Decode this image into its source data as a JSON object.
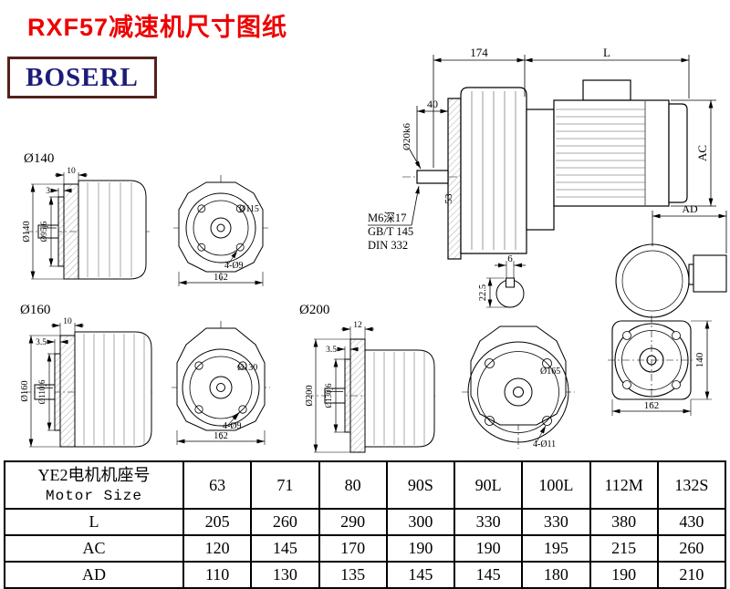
{
  "page": {
    "title": "RXF57减速机尺寸图纸",
    "brand": "BOSERL"
  },
  "section_labels": {
    "f140": "Ø140",
    "f160": "Ø160",
    "f200": "Ø200"
  },
  "main_view": {
    "dim_gearcase_length": "174",
    "dim_motor_length": "L",
    "dim_shaft_length": "40",
    "shaft_diameter": "Ø20k6",
    "dim_hub": "53",
    "tap_note_line1": "M6深17",
    "tap_note_line2": "GB/T 145",
    "tap_note_line3": "DIN 332",
    "dim_motor_height": "AC",
    "key_width": "6",
    "key_depth": "22.5"
  },
  "rear_view": {
    "dim_ad": "AD",
    "dim_height": "140",
    "dim_width": "162"
  },
  "flange140": {
    "dim_hub": "10",
    "dim_spigot": "3",
    "dim_flange_dia": "Ø140",
    "dim_spigot_dia": "Ø95j6",
    "dim_bolt_circle": "Ø115",
    "dim_holes": "4-Ø9",
    "dim_width": "162"
  },
  "flange160": {
    "dim_hub": "10",
    "dim_spigot": "3.5",
    "dim_flange_dia": "Ø160",
    "dim_spigot_dia": "Ø110j6",
    "dim_bolt_circle": "Ø130",
    "dim_holes": "4-Ø9",
    "dim_width": "162"
  },
  "flange200": {
    "dim_hub": "12",
    "dim_spigot": "3.5",
    "dim_flange_dia": "Ø200",
    "dim_spigot_dia": "Ø130j6",
    "dim_bolt_circle": "Ø165",
    "dim_holes": "4-Ø11"
  },
  "table": {
    "header_cn": "YE2电机机座号",
    "header_en": "Motor Size",
    "motor_sizes": [
      "63",
      "71",
      "80",
      "90S",
      "90L",
      "100L",
      "112M",
      "132S"
    ],
    "rows": [
      {
        "label": "L",
        "values": [
          "205",
          "260",
          "290",
          "300",
          "330",
          "330",
          "380",
          "430"
        ]
      },
      {
        "label": "AC",
        "values": [
          "120",
          "145",
          "170",
          "190",
          "190",
          "195",
          "215",
          "260"
        ]
      },
      {
        "label": "AD",
        "values": [
          "110",
          "130",
          "135",
          "145",
          "145",
          "180",
          "190",
          "210"
        ]
      }
    ]
  }
}
